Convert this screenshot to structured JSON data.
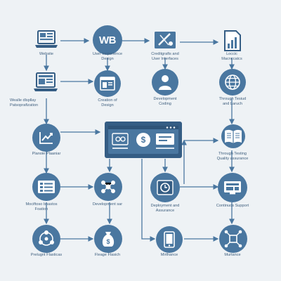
{
  "colors": {
    "primary": "#4a77a0",
    "dark": "#355d84",
    "background": "#eef2f5",
    "text": "#3f5f7e"
  },
  "nodes": [
    {
      "id": "website",
      "icon": "laptop-webpage-icon",
      "label": "Website"
    },
    {
      "id": "ux",
      "icon": "wb-monogram-icon",
      "label": "User Incperience\nDesign"
    },
    {
      "id": "graphics",
      "icon": "design-tools-icon",
      "label": "Creditgrafis and\nUser Interfaces"
    },
    {
      "id": "loccic",
      "icon": "bar-chart-document-icon",
      "label": "Loccic\nMacnccatcs"
    },
    {
      "id": "display",
      "icon": "laptop-display-icon",
      "label": "Wealle dlspllay\nPatsoprafization"
    },
    {
      "id": "creation",
      "icon": "web-page-icon",
      "label": "Creation of\nDesign"
    },
    {
      "id": "dev-coding",
      "icon": "developer-person-icon",
      "label": "Development\nCoding"
    },
    {
      "id": "testing-launch",
      "icon": "globe-icon",
      "label": "Through Tesiud\nand Laruch"
    },
    {
      "id": "planning",
      "icon": "trend-chart-icon",
      "label": "Planoie Plaaniar"
    },
    {
      "id": "dashboard",
      "icon": "dashboard-monitor-icon",
      "label": ""
    },
    {
      "id": "quality",
      "icon": "book-icon",
      "label": "Through Testing\nQuality assurance"
    },
    {
      "id": "foation",
      "icon": "checklist-board-icon",
      "label": "Mociftoso bnastos\nFoation"
    },
    {
      "id": "dev-sar",
      "icon": "network-nodes-icon",
      "label": "Development sar"
    },
    {
      "id": "deployment",
      "icon": "deployment-icon",
      "label": "Deployment and\nAssurance"
    },
    {
      "id": "support",
      "icon": "support-monitor-icon",
      "label": "Continuos Support"
    },
    {
      "id": "project",
      "icon": "project-cycle-icon",
      "label": "Prelugnt Flasticas"
    },
    {
      "id": "launch",
      "icon": "money-bag-icon",
      "label": "Fleage Flasich"
    },
    {
      "id": "mobile",
      "icon": "smartphone-icon",
      "label": "Mirthance"
    },
    {
      "id": "maintenance",
      "icon": "network-cube-icon",
      "label": "Murtance"
    }
  ],
  "wb_text": "WB"
}
